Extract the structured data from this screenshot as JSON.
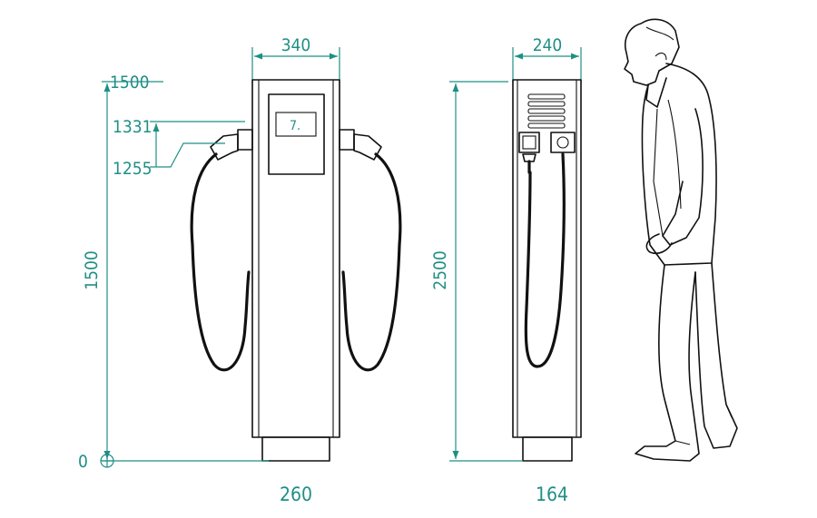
{
  "dimensions": {
    "front_width": "340",
    "side_width": "240",
    "front_base": "260",
    "side_base": "164",
    "front_height": "1500",
    "side_height": "2500",
    "level_top": "1500",
    "level_socket_top": "1331",
    "level_socket_bottom": "1255",
    "level_zero": "0"
  },
  "display": {
    "text": "7."
  },
  "colors": {
    "dimension": "#1f8f86",
    "ink": "#111111"
  }
}
